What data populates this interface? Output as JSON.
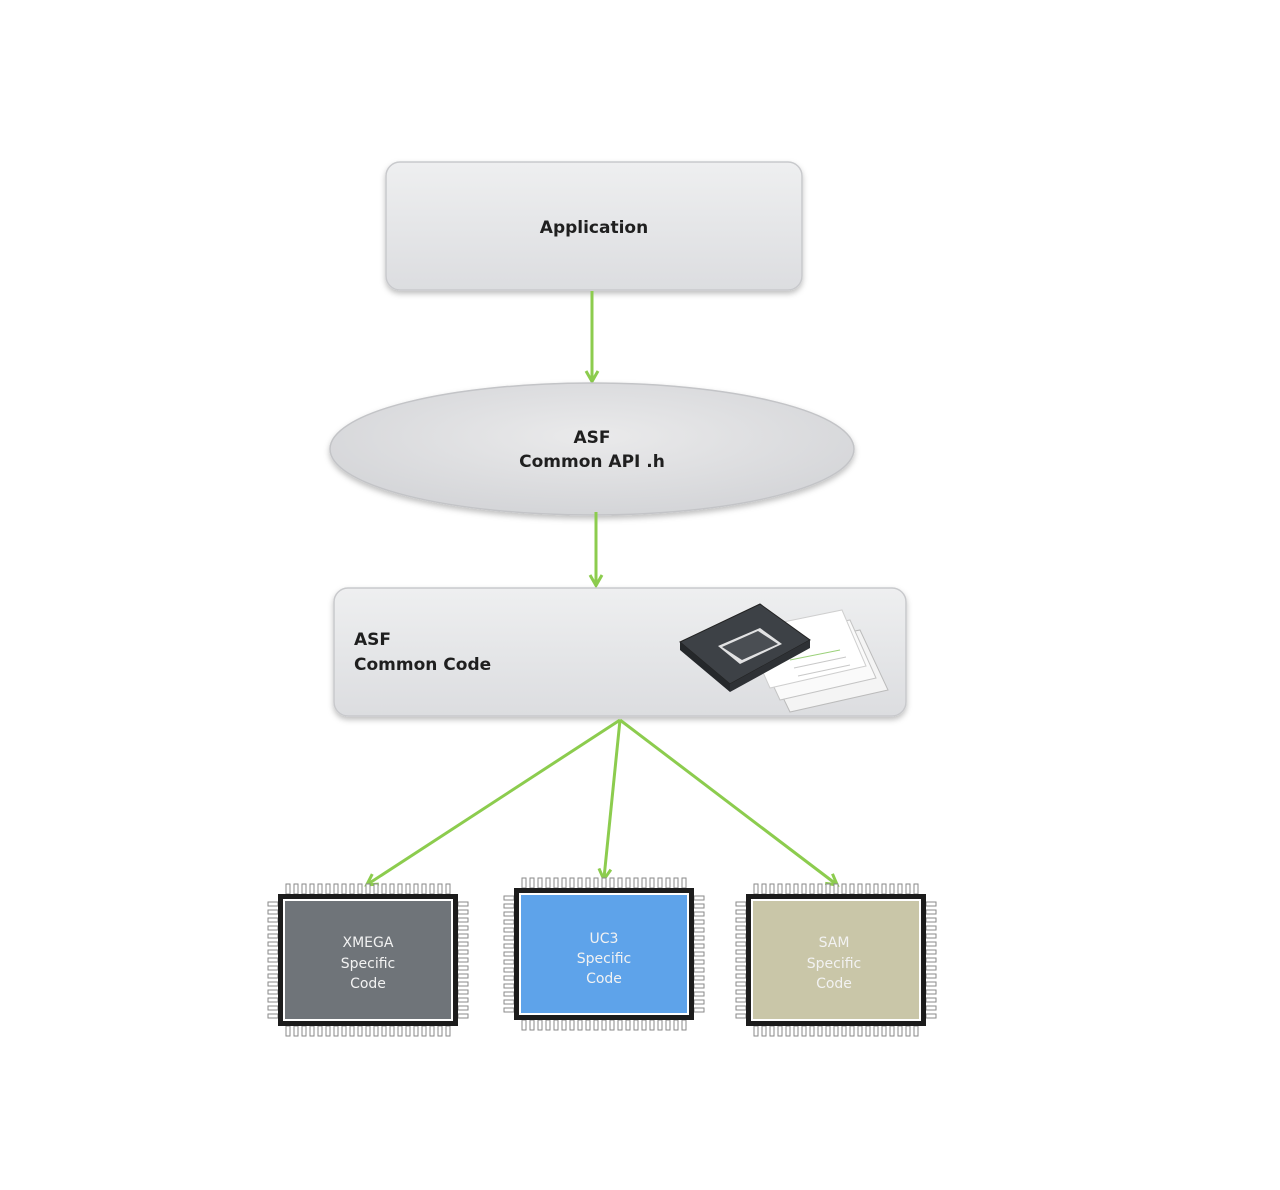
{
  "diagram": {
    "application": {
      "label": "Application"
    },
    "api": {
      "line1": "ASF",
      "line2": "Common API .h"
    },
    "common_code": {
      "line1": "ASF",
      "line2": "Common Code"
    },
    "chips": [
      {
        "line1": "XMEGA",
        "line2": "Specific",
        "line3": "Code",
        "color": "#6f7479"
      },
      {
        "line1": "UC3",
        "line2": "Specific",
        "line3": "Code",
        "color": "#5ea3ea"
      },
      {
        "line1": "SAM",
        "line2": "Specific",
        "line3": "Code",
        "color": "#c9c6a8"
      }
    ],
    "colors": {
      "arrow": "#8ccc4e",
      "box_fill": "#e3e4e6",
      "box_stroke": "#c8c9cc"
    }
  }
}
